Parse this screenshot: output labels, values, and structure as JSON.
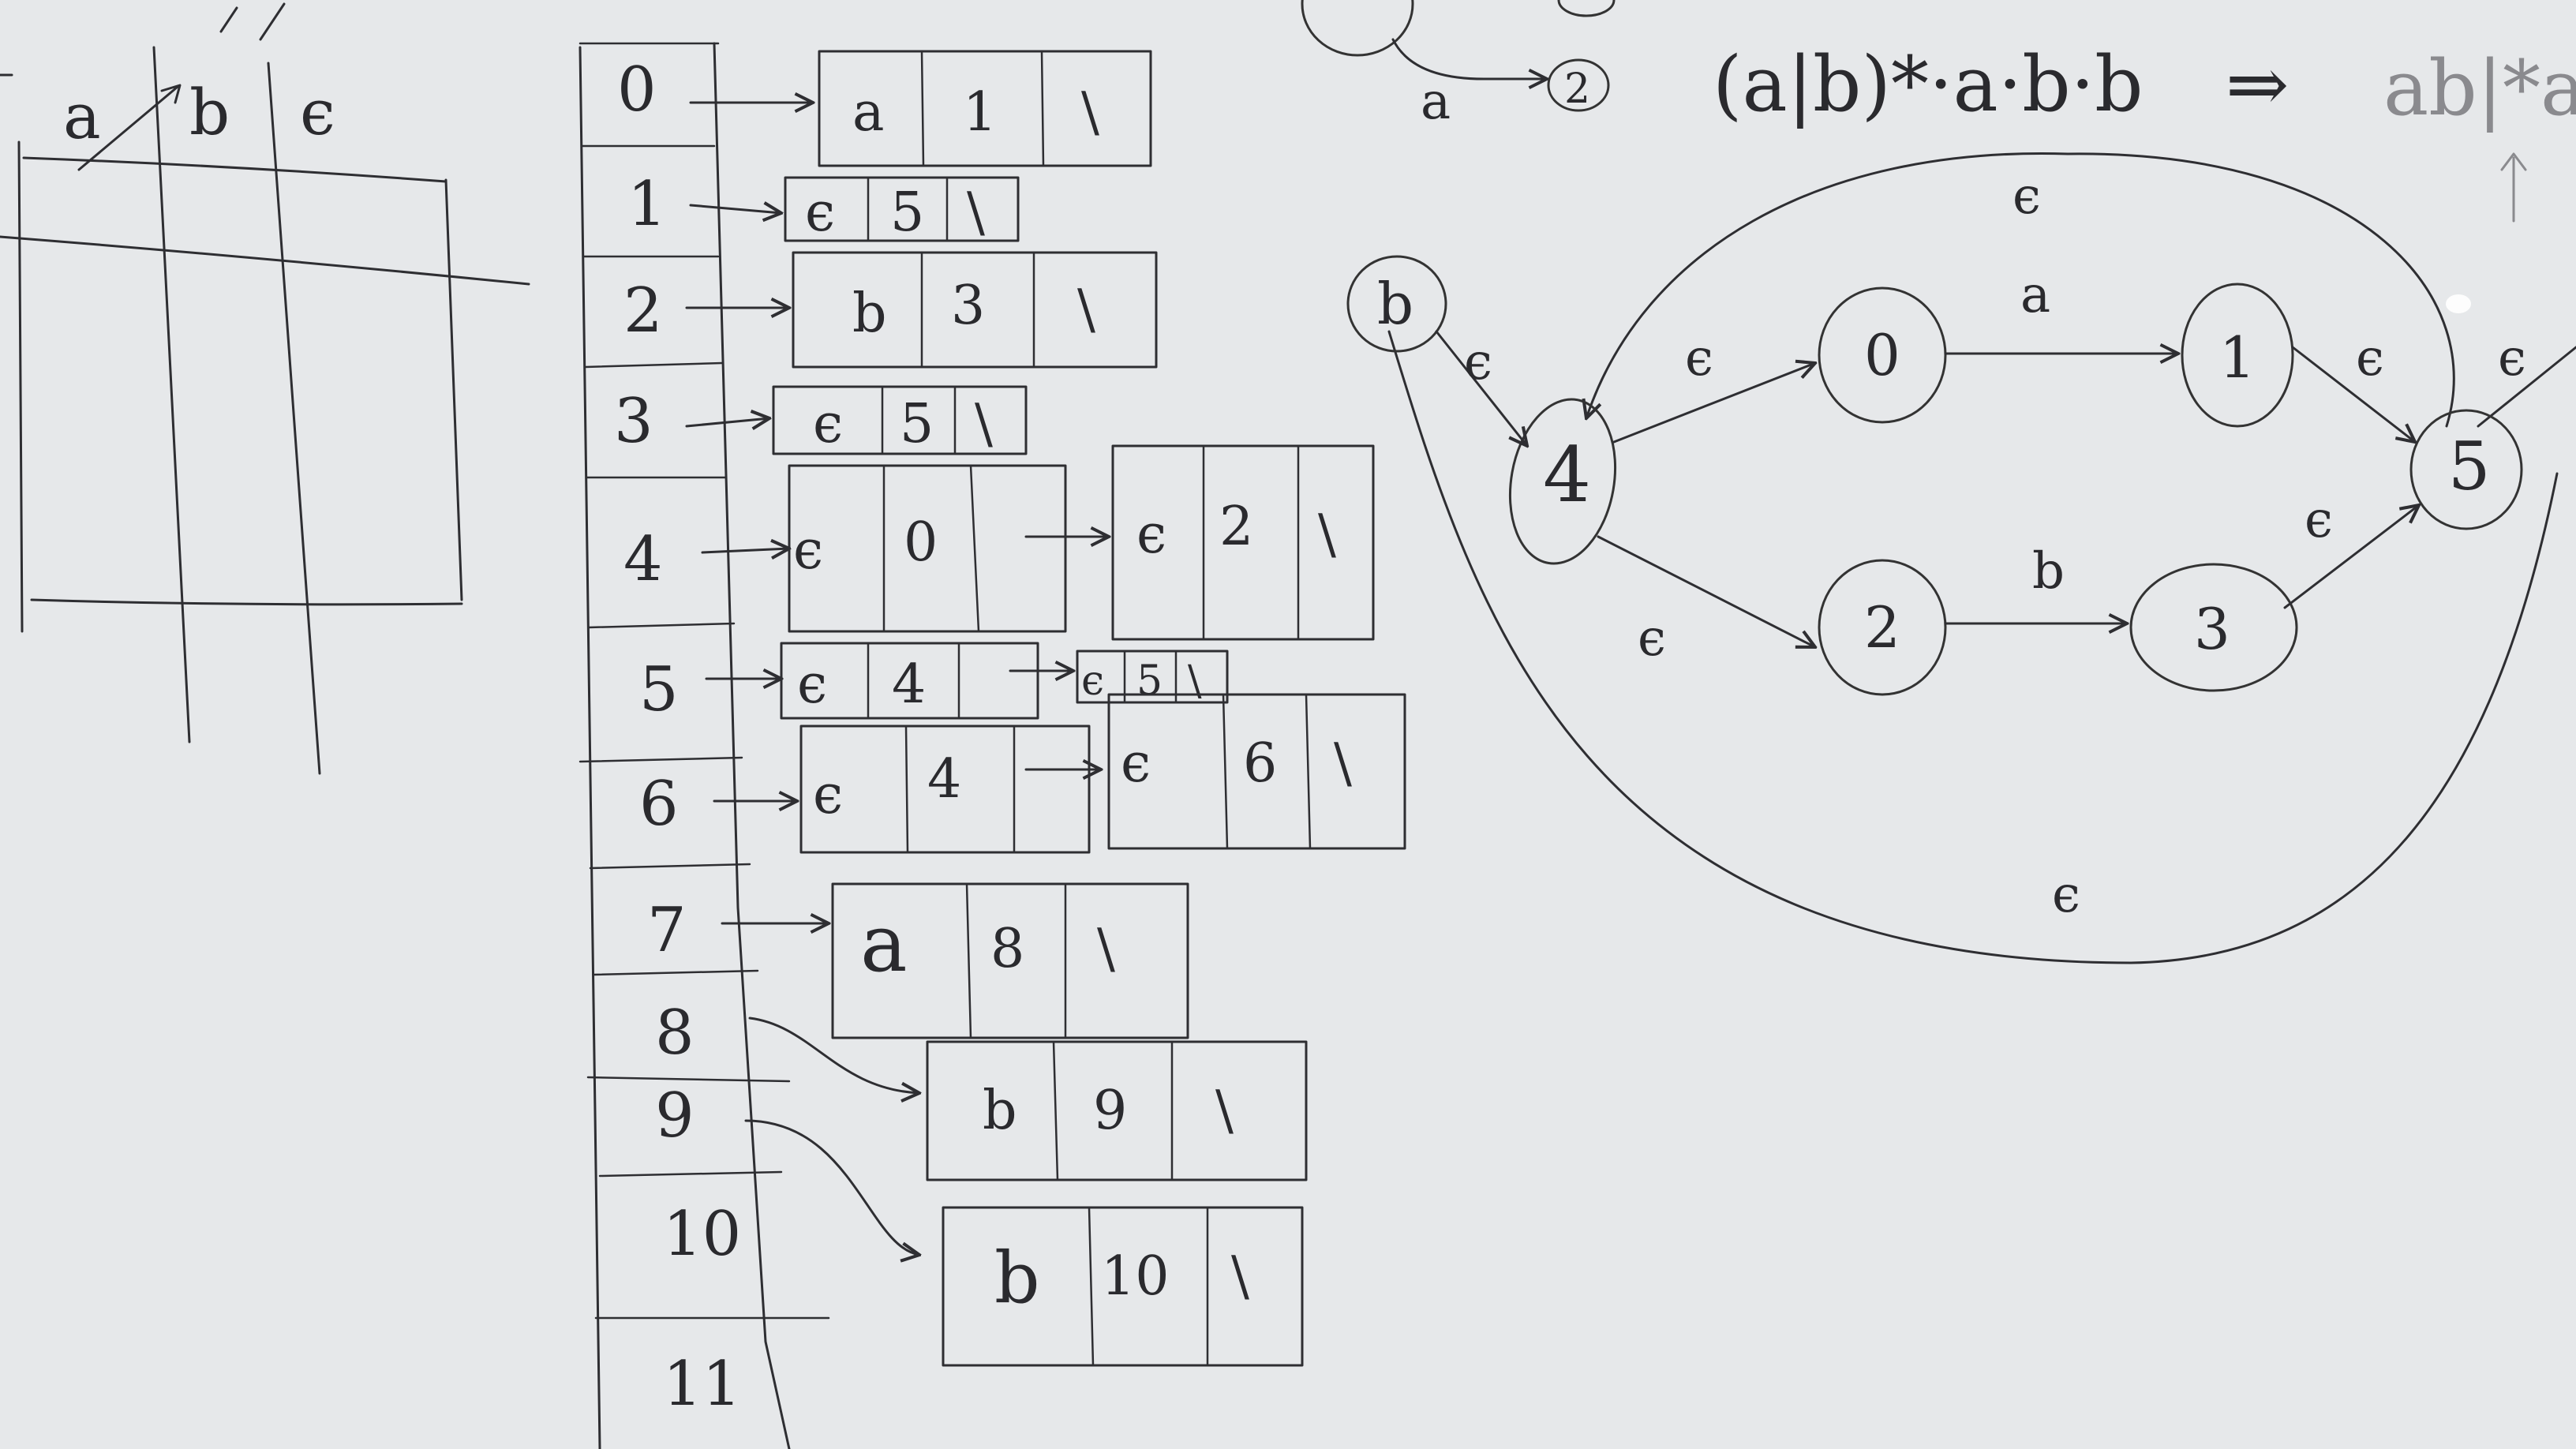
{
  "transition_table": {
    "headers": [
      "a",
      "b",
      "ϵ"
    ]
  },
  "adjacency_list": {
    "indices": [
      "0",
      "1",
      "2",
      "3",
      "4",
      "5",
      "6",
      "7",
      "8",
      "9",
      "10",
      "11"
    ],
    "rows": [
      {
        "index": "0",
        "nodes": [
          [
            "a",
            "1",
            "\\"
          ]
        ]
      },
      {
        "index": "1",
        "nodes": [
          [
            "ϵ",
            "5",
            "\\"
          ]
        ]
      },
      {
        "index": "2",
        "nodes": [
          [
            "b",
            "3",
            "\\"
          ]
        ]
      },
      {
        "index": "3",
        "nodes": [
          [
            "ϵ",
            "5",
            "\\"
          ]
        ]
      },
      {
        "index": "4",
        "nodes": [
          [
            "ϵ",
            "0",
            ""
          ],
          [
            "ϵ",
            "2",
            "\\"
          ]
        ]
      },
      {
        "index": "5",
        "nodes": [
          [
            "ϵ",
            "4",
            ""
          ],
          [
            "ϵ",
            "5",
            "\\"
          ]
        ]
      },
      {
        "index": "6",
        "nodes": [
          [
            "ϵ",
            "4",
            ""
          ],
          [
            "ϵ",
            "6",
            "\\"
          ]
        ]
      },
      {
        "index": "7",
        "nodes": [
          [
            "a",
            "8",
            "\\"
          ]
        ]
      },
      {
        "index": "8",
        "nodes": [
          [
            "b",
            "9",
            "\\"
          ]
        ]
      },
      {
        "index": "9",
        "nodes": [
          [
            "b",
            "10",
            "\\"
          ]
        ]
      }
    ]
  },
  "regex": {
    "formula": "(a|b)*·a·b·b ⇒ ab|*a",
    "formula_left": "(a|b)*·a·b·b",
    "arrow": "⇒",
    "formula_right": "ab|*a"
  },
  "fragment": {
    "label": "a",
    "target": "2"
  },
  "nfa": {
    "states": [
      {
        "id": "b",
        "label": "b"
      },
      {
        "id": "4",
        "label": "4"
      },
      {
        "id": "0",
        "label": "0"
      },
      {
        "id": "1",
        "label": "1"
      },
      {
        "id": "2",
        "label": "2"
      },
      {
        "id": "3",
        "label": "3"
      },
      {
        "id": "5",
        "label": "5"
      }
    ],
    "edges": [
      {
        "from": "b",
        "to": "4",
        "label": "ϵ"
      },
      {
        "from": "4",
        "to": "0",
        "label": "ϵ"
      },
      {
        "from": "4",
        "to": "2",
        "label": "ϵ"
      },
      {
        "from": "0",
        "to": "1",
        "label": "a"
      },
      {
        "from": "2",
        "to": "3",
        "label": "b"
      },
      {
        "from": "1",
        "to": "5",
        "label": "ϵ"
      },
      {
        "from": "3",
        "to": "5",
        "label": "ϵ"
      },
      {
        "from": "5",
        "to": "4",
        "label": "ϵ"
      },
      {
        "from": "b",
        "to": "5",
        "label": "ϵ"
      },
      {
        "from": "5",
        "to": "",
        "label": "ϵ"
      }
    ]
  },
  "colors": {
    "board": "#e6e8ea",
    "ink": "#2e2e32"
  }
}
